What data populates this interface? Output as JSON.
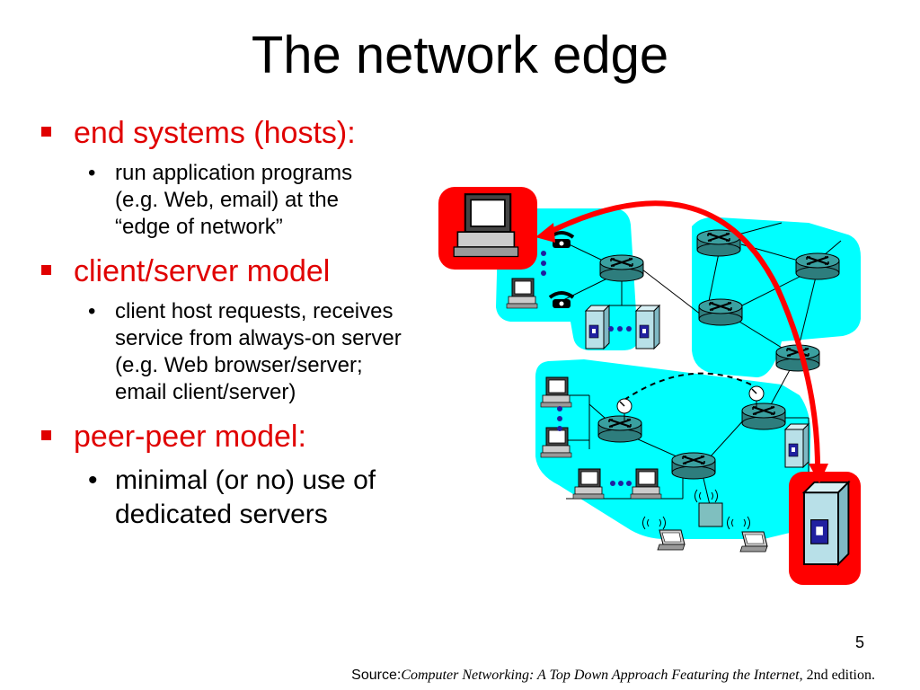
{
  "slide": {
    "title": "The network edge",
    "page_number": "5"
  },
  "bullets": {
    "b1": {
      "heading": "end systems (hosts):",
      "sub": [
        "run application programs",
        "(e.g. Web, email) at the",
        "“edge of network”"
      ]
    },
    "b2": {
      "heading": "client/server model",
      "sub": [
        "client host requests, receives",
        "service from always-on server",
        "(e.g. Web browser/server;",
        "email client/server)"
      ]
    },
    "b3": {
      "heading": "peer-peer model:",
      "sub": [
        "minimal (or no) use of",
        "dedicated servers"
      ]
    }
  },
  "source": {
    "prefix": "Source:",
    "book": "Computer Networking: A Top Down Approach Featuring the Internet",
    "edition": ", 2nd edition."
  },
  "colors": {
    "accent": "#e00000",
    "network_region": "#00ffff",
    "router": "#2e8b8b"
  },
  "icons": [
    "router-icon",
    "desktop-computer-icon",
    "telephone-icon",
    "server-icon",
    "laptop-icon",
    "wireless-base-station-icon",
    "satellite-dish-icon"
  ]
}
